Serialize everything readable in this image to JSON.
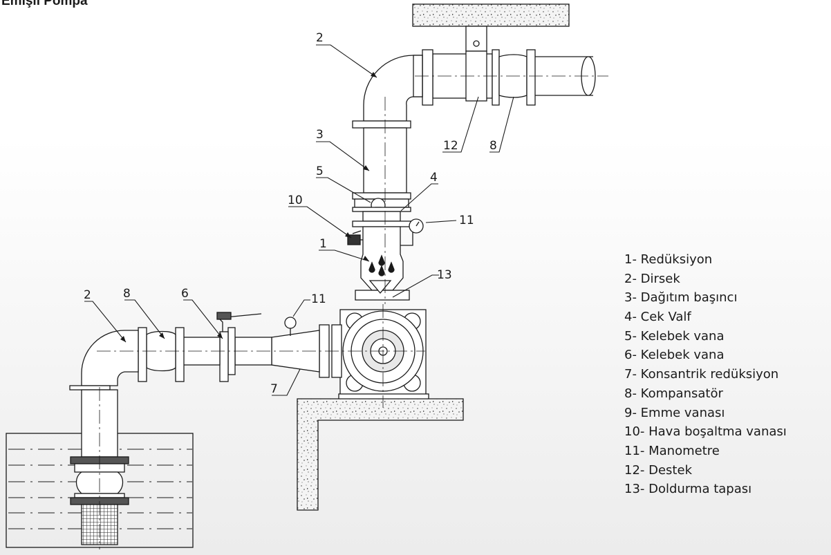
{
  "title": "Emişli Pompa",
  "callouts": {
    "c2_top": "2",
    "c3": "3",
    "c5": "5",
    "c4": "4",
    "c10": "10",
    "c11_top": "11",
    "c1": "1",
    "c13": "13",
    "c12": "12",
    "c8_top": "8",
    "c2_left": "2",
    "c8_left": "8",
    "c6": "6",
    "c11_left": "11",
    "c7": "7"
  },
  "legend": [
    "1- Redüksiyon",
    "2- Dirsek",
    "3- Dağıtım başıncı",
    "4- Cek Valf",
    "5- Kelebek vana",
    "6- Kelebek vana",
    "7- Konsantrik redüksiyon",
    "8- Kompansatör",
    "9- Emme vanası",
    "10- Hava boşaltma vanası",
    "11- Manometre",
    "12- Destek",
    "13- Doldurma tapası"
  ]
}
